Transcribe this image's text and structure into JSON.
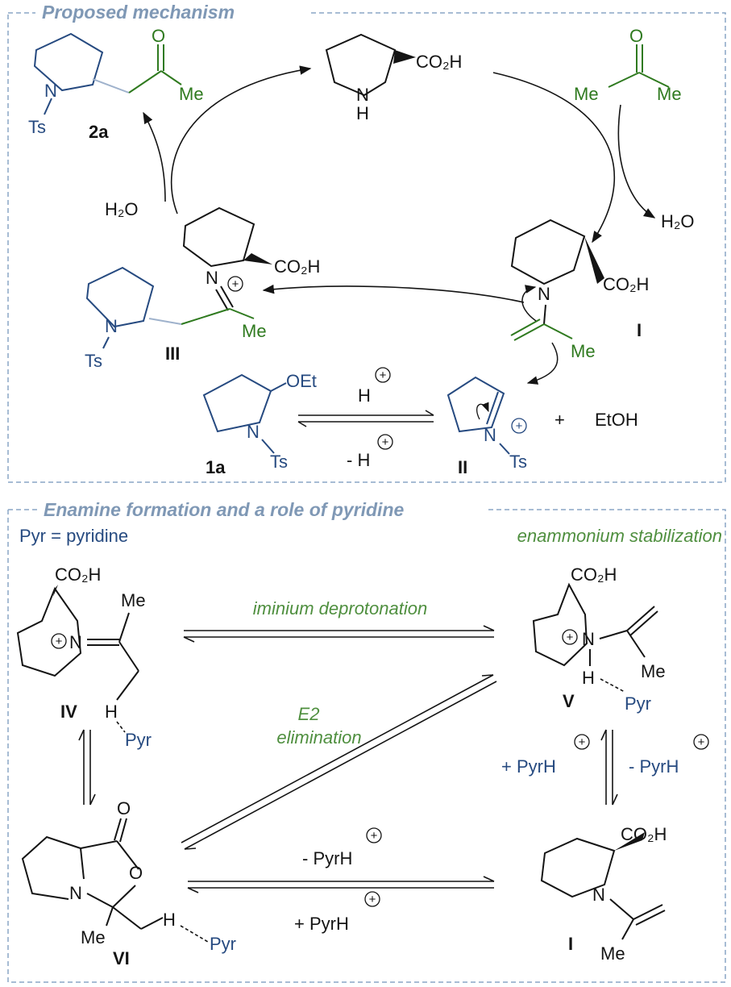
{
  "colors": {
    "frame": "#8aa6c6",
    "header": "#7f98b5",
    "black": "#141414",
    "blue": "#264a80",
    "green": "#2f7a1f",
    "green_label": "#4f8f3f",
    "grey_bond": "#9fb2cc"
  },
  "panel1": {
    "title": "Proposed mechanism",
    "prolinamine_CO2H": "CO₂H",
    "prolinamine_N": "N",
    "prolinamine_H": "H",
    "acetone_O": "O",
    "acetone_Me1": "Me",
    "acetone_Me2": "Me",
    "water_out": "H₂O",
    "water_in": "H₂O",
    "p2a_O": "O",
    "p2a_Me": "Me",
    "p2a_N": "N",
    "p2a_Ts": "Ts",
    "p2a_label": "2a",
    "I_CO2H": "CO₂H",
    "I_N": "N",
    "I_Me": "Me",
    "I_label": "I",
    "III_CO2H": "CO₂H",
    "III_N": "N",
    "III_Me": "Me",
    "III_N2": "N",
    "III_Ts": "Ts",
    "III_label": "III",
    "a1_OEt": "OEt",
    "a1_N": "N",
    "a1_Ts": "Ts",
    "a1_label": "1a",
    "eq_top": "H",
    "eq_bottom": "- H",
    "II_N": "N",
    "II_Ts": "Ts",
    "II_label": "II",
    "plus": "+",
    "etoh": "EtOH"
  },
  "panel2": {
    "title": "Enamine formation and a role of pyridine",
    "pyr_def": "Pyr = pyridine",
    "stab_note": "enammonium stabilization",
    "iminium_deprot": "iminium deprotonation",
    "e2_line1": "E2",
    "e2_line2": "elimination",
    "IV_CO2H": "CO₂H",
    "IV_N": "N",
    "IV_Me": "Me",
    "IV_H": "H",
    "IV_Pyr": "Pyr",
    "IV_label": "IV",
    "V_CO2H": "CO₂H",
    "V_N": "N",
    "V_Me": "Me",
    "V_H": "H",
    "V_Pyr": "Pyr",
    "V_label": "V",
    "vi_side_left": "+ PyrH",
    "vi_side_right": "- PyrH",
    "VI_O1": "O",
    "VI_O2": "O",
    "VI_N": "N",
    "VI_Me": "Me",
    "VI_H": "H",
    "VI_Pyr": "Pyr",
    "VI_label": "VI",
    "bot_top": "- PyrH",
    "bot_bottom": "+ PyrH",
    "I2_CO2H": "CO₂H",
    "I2_N": "N",
    "I2_Me": "Me",
    "I2_label": "I"
  }
}
